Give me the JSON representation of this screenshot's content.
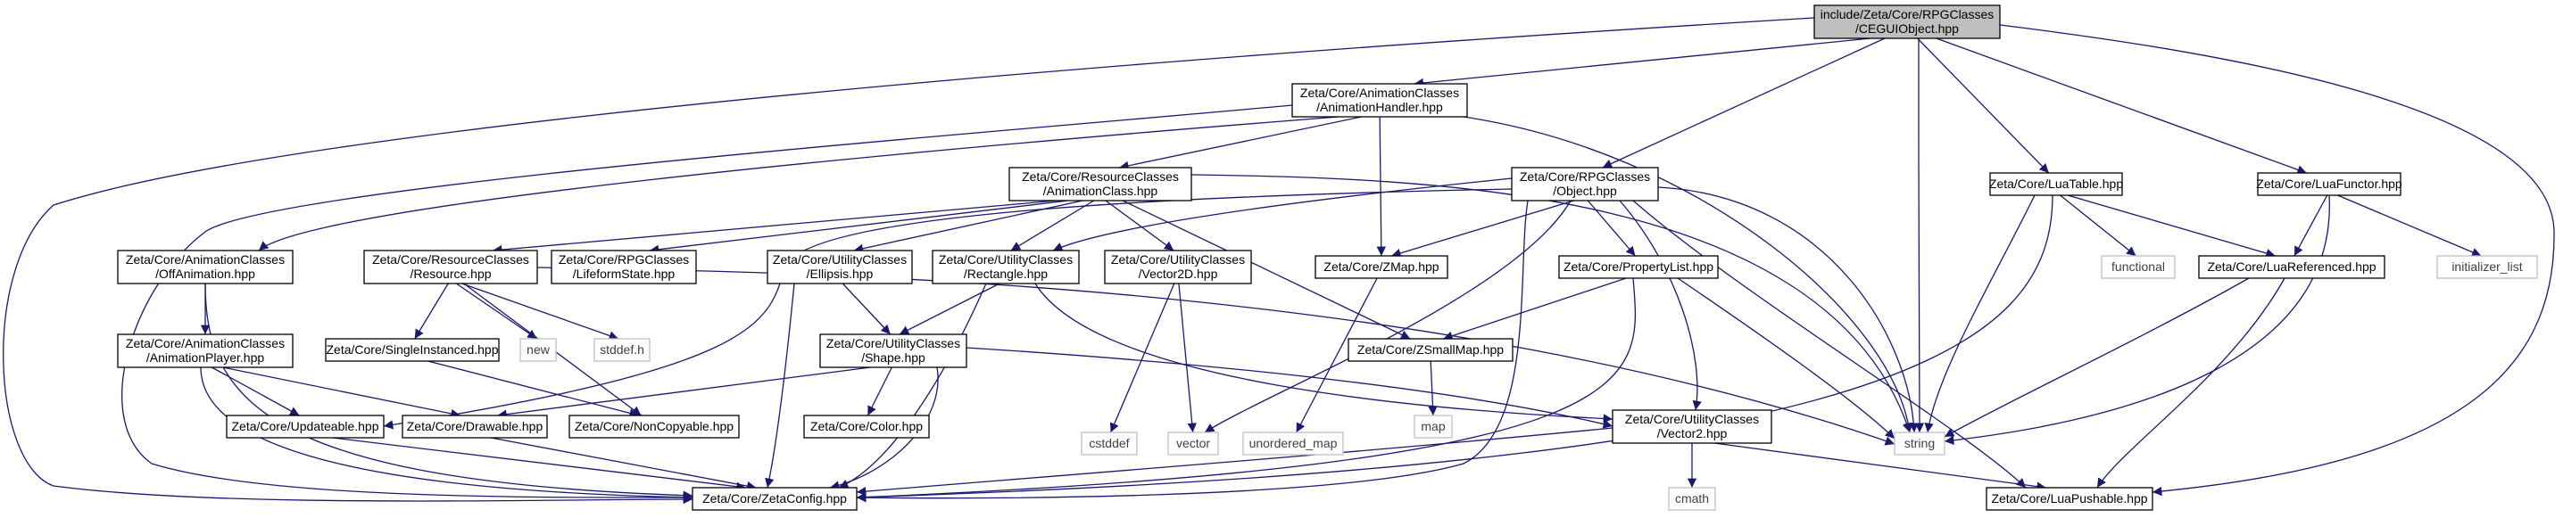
{
  "diagram": {
    "colors": {
      "edge": "#191970",
      "root_fill": "#bfbfbf",
      "node_fill": "#ffffff",
      "node_border": "#000000",
      "external_border": "#bfbfbf",
      "external_text": "#404040"
    },
    "nodes": [
      {
        "id": "root",
        "lines": [
          "include/Zeta/Core/RPGClasses",
          "/CEGUIObject.hpp"
        ],
        "kind": "root"
      },
      {
        "id": "animhandler",
        "lines": [
          "Zeta/Core/AnimationClasses",
          "/AnimationHandler.hpp"
        ],
        "kind": "header"
      },
      {
        "id": "rpgobject",
        "lines": [
          "Zeta/Core/RPGClasses",
          "/Object.hpp"
        ],
        "kind": "header"
      },
      {
        "id": "luatable",
        "lines": [
          "Zeta/Core/LuaTable.hpp"
        ],
        "kind": "header"
      },
      {
        "id": "luafunctor",
        "lines": [
          "Zeta/Core/LuaFunctor.hpp"
        ],
        "kind": "header"
      },
      {
        "id": "animclass",
        "lines": [
          "Zeta/Core/ResourceClasses",
          "/AnimationClass.hpp"
        ],
        "kind": "header"
      },
      {
        "id": "offanim",
        "lines": [
          "Zeta/Core/AnimationClasses",
          "/OffAnimation.hpp"
        ],
        "kind": "header"
      },
      {
        "id": "resource",
        "lines": [
          "Zeta/Core/ResourceClasses",
          "/Resource.hpp"
        ],
        "kind": "header"
      },
      {
        "id": "lifeform",
        "lines": [
          "Zeta/Core/RPGClasses",
          "/LifeformState.hpp"
        ],
        "kind": "header"
      },
      {
        "id": "ellipsis",
        "lines": [
          "Zeta/Core/UtilityClasses",
          "/Ellipsis.hpp"
        ],
        "kind": "header"
      },
      {
        "id": "rectangle",
        "lines": [
          "Zeta/Core/UtilityClasses",
          "/Rectangle.hpp"
        ],
        "kind": "header"
      },
      {
        "id": "vector2d",
        "lines": [
          "Zeta/Core/UtilityClasses",
          "/Vector2D.hpp"
        ],
        "kind": "header"
      },
      {
        "id": "zmap",
        "lines": [
          "Zeta/Core/ZMap.hpp"
        ],
        "kind": "header"
      },
      {
        "id": "proplist",
        "lines": [
          "Zeta/Core/PropertyList.hpp"
        ],
        "kind": "header"
      },
      {
        "id": "functional",
        "lines": [
          "functional"
        ],
        "kind": "external"
      },
      {
        "id": "luaref",
        "lines": [
          "Zeta/Core/LuaReferenced.hpp"
        ],
        "kind": "header"
      },
      {
        "id": "initlist",
        "lines": [
          "initializer_list"
        ],
        "kind": "external"
      },
      {
        "id": "animplayer",
        "lines": [
          "Zeta/Core/AnimationClasses",
          "/AnimationPlayer.hpp"
        ],
        "kind": "header"
      },
      {
        "id": "singleinst",
        "lines": [
          "Zeta/Core/SingleInstanced.hpp"
        ],
        "kind": "header"
      },
      {
        "id": "new",
        "lines": [
          "new"
        ],
        "kind": "external"
      },
      {
        "id": "stddefh",
        "lines": [
          "stddef.h"
        ],
        "kind": "external"
      },
      {
        "id": "shape",
        "lines": [
          "Zeta/Core/UtilityClasses",
          "/Shape.hpp"
        ],
        "kind": "header"
      },
      {
        "id": "cstddef",
        "lines": [
          "cstddef"
        ],
        "kind": "external"
      },
      {
        "id": "vector",
        "lines": [
          "vector"
        ],
        "kind": "external"
      },
      {
        "id": "umap",
        "lines": [
          "unordered_map"
        ],
        "kind": "external"
      },
      {
        "id": "zsmallmap",
        "lines": [
          "Zeta/Core/ZSmallMap.hpp"
        ],
        "kind": "header"
      },
      {
        "id": "string",
        "lines": [
          "string"
        ],
        "kind": "external"
      },
      {
        "id": "updateable",
        "lines": [
          "Zeta/Core/Updateable.hpp"
        ],
        "kind": "header"
      },
      {
        "id": "drawable",
        "lines": [
          "Zeta/Core/Drawable.hpp"
        ],
        "kind": "header"
      },
      {
        "id": "noncopyable",
        "lines": [
          "Zeta/Core/NonCopyable.hpp"
        ],
        "kind": "header"
      },
      {
        "id": "color",
        "lines": [
          "Zeta/Core/Color.hpp"
        ],
        "kind": "header"
      },
      {
        "id": "map",
        "lines": [
          "map"
        ],
        "kind": "external"
      },
      {
        "id": "vector2",
        "lines": [
          "Zeta/Core/UtilityClasses",
          "/Vector2.hpp"
        ],
        "kind": "header"
      },
      {
        "id": "cmath",
        "lines": [
          "cmath"
        ],
        "kind": "external"
      },
      {
        "id": "zetaconfig",
        "lines": [
          "Zeta/Core/ZetaConfig.hpp"
        ],
        "kind": "header"
      },
      {
        "id": "luapushable",
        "lines": [
          "Zeta/Core/LuaPushable.hpp"
        ],
        "kind": "header"
      }
    ],
    "edges": [
      [
        "root",
        "animhandler"
      ],
      [
        "root",
        "rpgobject"
      ],
      [
        "root",
        "luatable"
      ],
      [
        "root",
        "luafunctor"
      ],
      [
        "root",
        "string"
      ],
      [
        "root",
        "zetaconfig"
      ],
      [
        "root",
        "luapushable"
      ],
      [
        "animhandler",
        "animclass"
      ],
      [
        "animhandler",
        "offanim"
      ],
      [
        "animhandler",
        "zmap"
      ],
      [
        "animhandler",
        "string"
      ],
      [
        "animhandler",
        "zetaconfig"
      ],
      [
        "animclass",
        "resource"
      ],
      [
        "animclass",
        "lifeform"
      ],
      [
        "animclass",
        "ellipsis"
      ],
      [
        "animclass",
        "rectangle"
      ],
      [
        "animclass",
        "vector2d"
      ],
      [
        "animclass",
        "zsmallmap"
      ],
      [
        "animclass",
        "string"
      ],
      [
        "rpgobject",
        "rectangle"
      ],
      [
        "rpgobject",
        "zmap"
      ],
      [
        "rpgobject",
        "proplist"
      ],
      [
        "rpgobject",
        "vector2"
      ],
      [
        "rpgobject",
        "vector"
      ],
      [
        "rpgobject",
        "string"
      ],
      [
        "rpgobject",
        "updateable"
      ],
      [
        "rpgobject",
        "zetaconfig"
      ],
      [
        "rpgobject",
        "luapushable"
      ],
      [
        "luatable",
        "functional"
      ],
      [
        "luatable",
        "luaref"
      ],
      [
        "luatable",
        "string"
      ],
      [
        "luatable",
        "zetaconfig"
      ],
      [
        "luafunctor",
        "luaref"
      ],
      [
        "luafunctor",
        "initlist"
      ],
      [
        "luafunctor",
        "string"
      ],
      [
        "luaref",
        "string"
      ],
      [
        "luaref",
        "luapushable"
      ],
      [
        "offanim",
        "animplayer"
      ],
      [
        "offanim",
        "zetaconfig"
      ],
      [
        "animplayer",
        "updateable"
      ],
      [
        "animplayer",
        "drawable"
      ],
      [
        "animplayer",
        "zetaconfig"
      ],
      [
        "resource",
        "singleinst"
      ],
      [
        "resource",
        "new"
      ],
      [
        "resource",
        "stddefh"
      ],
      [
        "resource",
        "noncopyable"
      ],
      [
        "resource",
        "string"
      ],
      [
        "singleinst",
        "noncopyable"
      ],
      [
        "ellipsis",
        "shape"
      ],
      [
        "ellipsis",
        "zetaconfig"
      ],
      [
        "rectangle",
        "shape"
      ],
      [
        "rectangle",
        "vector2"
      ],
      [
        "rectangle",
        "zetaconfig"
      ],
      [
        "shape",
        "drawable"
      ],
      [
        "shape",
        "color"
      ],
      [
        "shape",
        "vector2"
      ],
      [
        "shape",
        "zetaconfig"
      ],
      [
        "vector2d",
        "cstddef"
      ],
      [
        "vector2d",
        "vector"
      ],
      [
        "zmap",
        "umap"
      ],
      [
        "proplist",
        "zsmallmap"
      ],
      [
        "proplist",
        "string"
      ],
      [
        "proplist",
        "zetaconfig"
      ],
      [
        "zsmallmap",
        "map"
      ],
      [
        "vector2",
        "cmath"
      ],
      [
        "vector2",
        "zetaconfig"
      ],
      [
        "vector2",
        "luapushable"
      ],
      [
        "updateable",
        "zetaconfig"
      ],
      [
        "drawable",
        "zetaconfig"
      ]
    ]
  }
}
